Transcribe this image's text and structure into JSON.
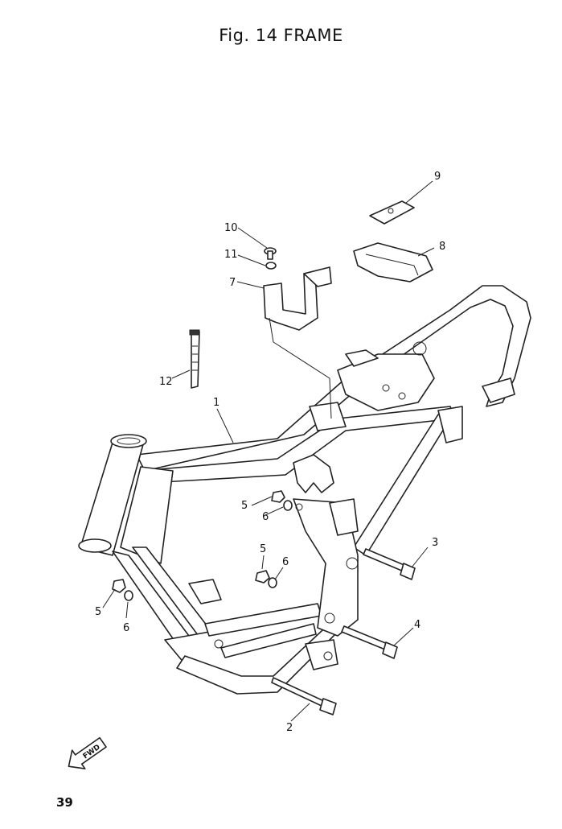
{
  "title": "Fig. 14  FRAME",
  "page_number": "39",
  "fwd_label": "FWD",
  "callouts": [
    {
      "id": "c1",
      "text": "1"
    },
    {
      "id": "c2",
      "text": "2"
    },
    {
      "id": "c3",
      "text": "3"
    },
    {
      "id": "c4",
      "text": "4"
    },
    {
      "id": "c5a",
      "text": "5"
    },
    {
      "id": "c6a",
      "text": "6"
    },
    {
      "id": "c5b",
      "text": "5"
    },
    {
      "id": "c6b",
      "text": "6"
    },
    {
      "id": "c5c",
      "text": "5"
    },
    {
      "id": "c6c",
      "text": "6"
    },
    {
      "id": "c7",
      "text": "7"
    },
    {
      "id": "c8",
      "text": "8"
    },
    {
      "id": "c9",
      "text": "9"
    },
    {
      "id": "c10",
      "text": "10"
    },
    {
      "id": "c11",
      "text": "11"
    },
    {
      "id": "c12",
      "text": "12"
    }
  ],
  "colors": {
    "ink": "#222222",
    "paper": "#ffffff"
  }
}
